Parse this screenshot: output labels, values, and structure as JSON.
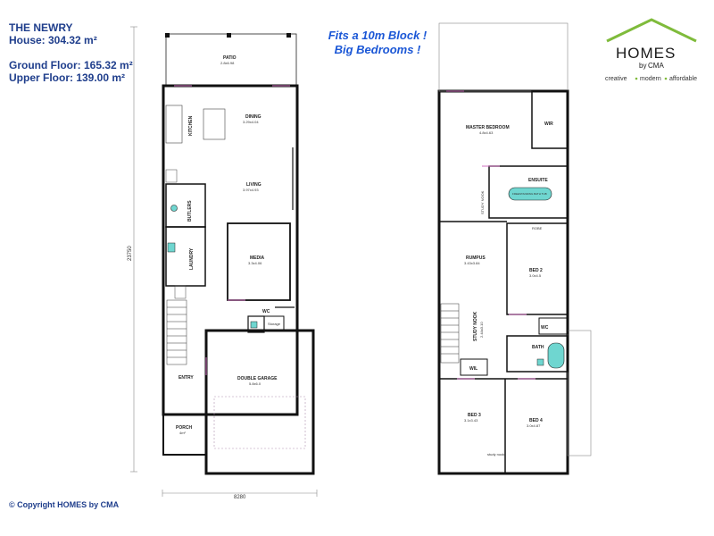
{
  "header": {
    "name": "THE NEWRY",
    "house": "House: 304.32 m²",
    "ground": "Ground Floor: 165.32 m²",
    "upper": "Upper Floor: 139.00 m²"
  },
  "promo": {
    "line1": "Fits a 10m Block !",
    "line2": "Big Bedrooms !"
  },
  "logo": {
    "word": "HOMES",
    "by": "by",
    "cma": "CMA",
    "tagline": [
      "creative",
      "modern",
      "affordable"
    ],
    "colors": {
      "roof": "#7fbb3b",
      "tag_dot": "#7fbb3b"
    }
  },
  "copyright": "© Copyright HOMES by CMA",
  "dimensions": {
    "depth": "23750",
    "width": "8280"
  },
  "ground_floor": {
    "patio": {
      "name": "PATIO",
      "size": "2.8x6.98"
    },
    "kitchen": "KITCHEN",
    "dining": {
      "name": "DINING",
      "size": "3.29x4.04"
    },
    "living": {
      "name": "LIVING",
      "size": "3.97x4.93"
    },
    "butlers": "BUTLERS",
    "laundry": "LAUNDRY",
    "media": {
      "name": "MEDIA",
      "size": "3.3x4.06"
    },
    "wc": "WC",
    "storage": "Storage",
    "entry": "ENTRY",
    "garage": {
      "name": "DOUBLE GARAGE",
      "size": "5.8x6.0"
    },
    "porch": {
      "name": "PORCH",
      "size": "4m²"
    }
  },
  "upper_floor": {
    "master": {
      "name": "MASTER BEDROOM",
      "size": "4.8x4.63"
    },
    "wir": "WIR",
    "ensuite": "ENSUITE",
    "study_nook_master": "STUDY NOOK",
    "freestanding_bath": "FREESTANDING BATH TUB",
    "robe": "ROBE",
    "rumpus": {
      "name": "RUMPUS",
      "size": "3.43x3.84"
    },
    "bed2": {
      "name": "BED 2",
      "size": "3.0x4.5"
    },
    "study_nook": {
      "name": "STUDY NOOK",
      "size": "2.44x3.10"
    },
    "wc": "WC",
    "bath": "BATH",
    "wil": "WIL",
    "bed3": {
      "name": "BED 3",
      "size": "3.1x3.43"
    },
    "bed4": {
      "name": "BED 4",
      "size": "3.0x4.87"
    },
    "study_nook_small": "study nook"
  }
}
